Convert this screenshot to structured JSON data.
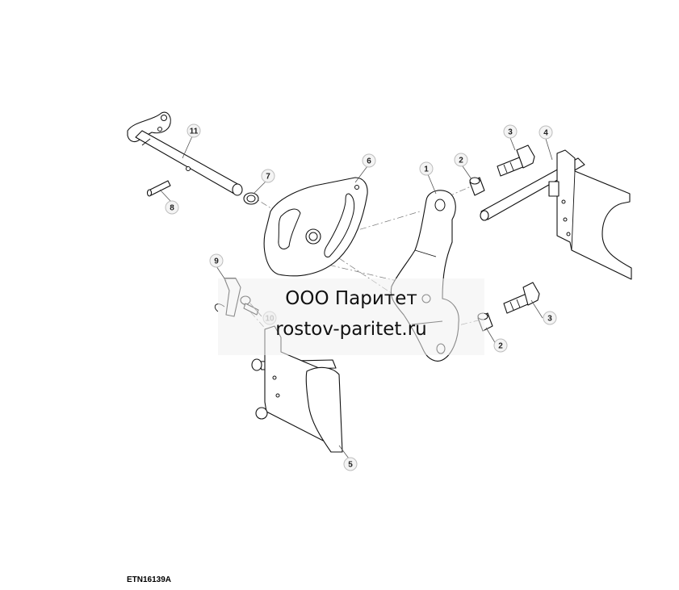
{
  "callouts": [
    {
      "id": "c11",
      "label": "11"
    },
    {
      "id": "c7",
      "label": "7"
    },
    {
      "id": "c8",
      "label": "8"
    },
    {
      "id": "c6",
      "label": "6"
    },
    {
      "id": "c1",
      "label": "1"
    },
    {
      "id": "c2a",
      "label": "2"
    },
    {
      "id": "c3a",
      "label": "3"
    },
    {
      "id": "c4",
      "label": "4"
    },
    {
      "id": "c9",
      "label": "9"
    },
    {
      "id": "c10",
      "label": "10"
    },
    {
      "id": "c3b",
      "label": "3"
    },
    {
      "id": "c2b",
      "label": "2"
    },
    {
      "id": "c5",
      "label": "5"
    }
  ],
  "watermark": {
    "line1": "ООО Паритет",
    "line2": "rostov-paritet.ru"
  },
  "figure_code": "ETN16139A"
}
